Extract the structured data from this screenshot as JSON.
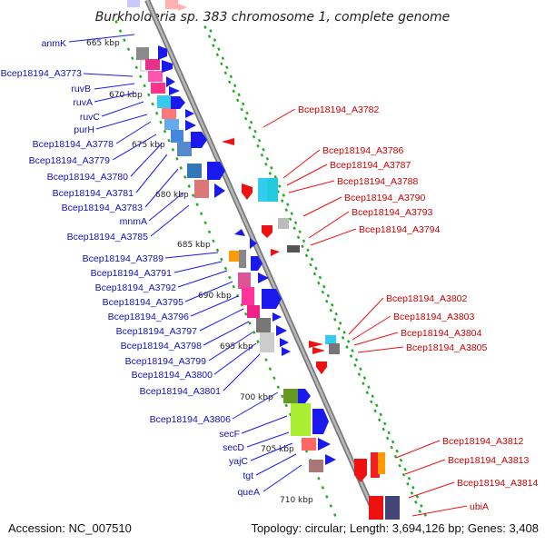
{
  "title": "Burkholderia sp. 383 chromosome 1, complete genome",
  "footer": {
    "accession": "Accession: NC_007510",
    "topology": "Topology: circular; Length: 3,694,126 bp; Genes: 3,408"
  },
  "ruler": {
    "ticks": [
      "665 kbp",
      "670 kbp",
      "675 kbp",
      "680 kbp",
      "685 kbp",
      "690 kbp",
      "695 kbp",
      "700 kbp",
      "705 kbp",
      "710 kbp"
    ]
  },
  "colors": {
    "forward_strand": "#1a1aee",
    "reverse_strand": "#ee1111",
    "left_label": "#1010c0",
    "right_label": "#d00000",
    "backbone": "#9a9a9a",
    "dots": "#22aa22"
  },
  "left_genes": [
    "anmK",
    "Bcep18194_A3773",
    "ruvB",
    "ruvA",
    "ruvC",
    "purH",
    "Bcep18194_A3778",
    "Bcep18194_A3779",
    "Bcep18194_A3780",
    "Bcep18194_A3781",
    "Bcep18194_A3783",
    "mnmA",
    "Bcep18194_A3785",
    "Bcep18194_A3789",
    "Bcep18194_A3791",
    "Bcep18194_A3792",
    "Bcep18194_A3795",
    "Bcep18194_A3796",
    "Bcep18194_A3797",
    "Bcep18194_A3798",
    "Bcep18194_A3799",
    "Bcep18194_A3800",
    "Bcep18194_A3801",
    "Bcep18194_A3806",
    "secF",
    "secD",
    "yajC",
    "tgt",
    "queA"
  ],
  "right_genes": [
    "Bcep18194_A3782",
    "Bcep18194_A3786",
    "Bcep18194_A3787",
    "Bcep18194_A3788",
    "Bcep18194_A3790",
    "Bcep18194_A3793",
    "Bcep18194_A3794",
    "Bcep18194_A3802",
    "Bcep18194_A3803",
    "Bcep18194_A3804",
    "Bcep18194_A3805",
    "Bcep18194_A3812",
    "Bcep18194_A3813",
    "Bcep18194_A3814",
    "ubiA"
  ]
}
